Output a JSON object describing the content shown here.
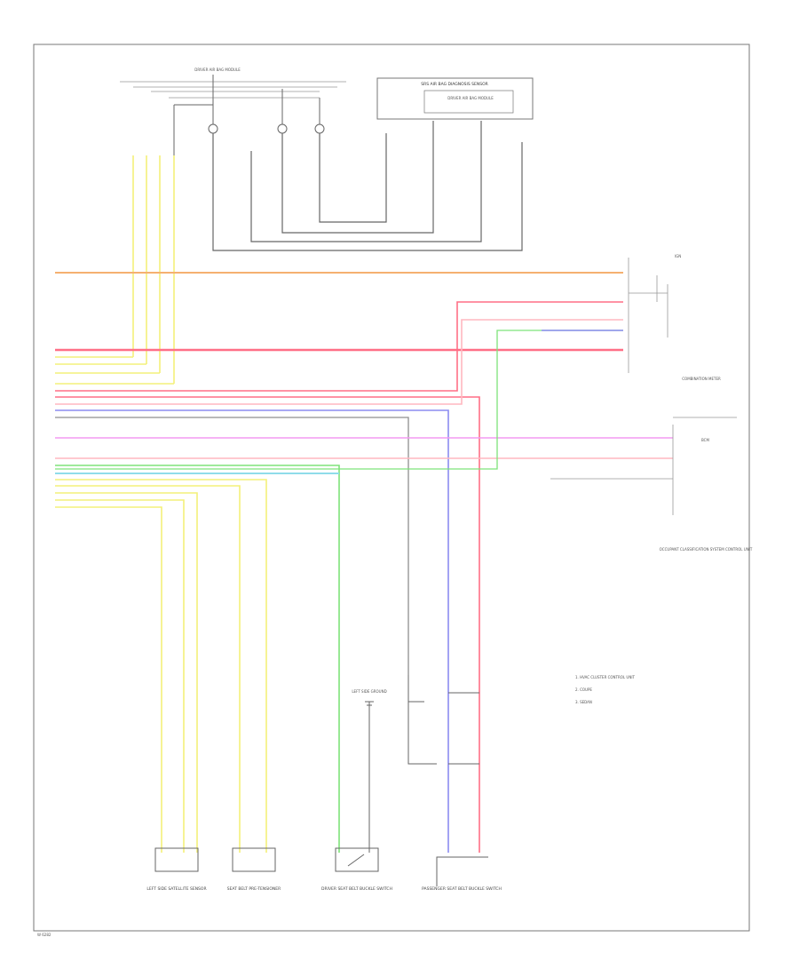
{
  "wire_colors": {
    "orange": "#f5b070",
    "red": "#ff6f86",
    "pink": "#ffb7c0",
    "yellow": "#f4f07a",
    "blue": "#8c8cf0",
    "cyan": "#8fdcea",
    "green": "#7ee37a",
    "magenta": "#f39af2",
    "gray": "#8f8f8f",
    "frame": "#777777"
  },
  "labels": {
    "top_module": "SRS AIR BAG DIAGNOSIS SENSOR",
    "top_module_sub": "DRIVER AIR BAG MODULE",
    "ground_top": "DRIVER AIR BAG MODULE",
    "right_top": "COMBINATION METER",
    "right_mid": "BCM",
    "right_low": "OCCUPANT CLASSIFICATION SYSTEM CONTROL UNIT",
    "ground_note": "LEFT SIDE GROUND",
    "legend_1": "1. HVAC CLUSTER CONTROL UNIT",
    "legend_2": "2. COUPE",
    "legend_3": "3. SEDAN",
    "footer_code": "W 6282",
    "bottom_1": "LEFT SIDE SATELLITE SENSOR",
    "bottom_2": "SEAT BELT PRE-TENSIONER",
    "bottom_3": "DRIVER SEAT BELT BUCKLE SWITCH",
    "bottom_4": "PASSENGER SEAT BELT BUCKLE SWITCH"
  }
}
